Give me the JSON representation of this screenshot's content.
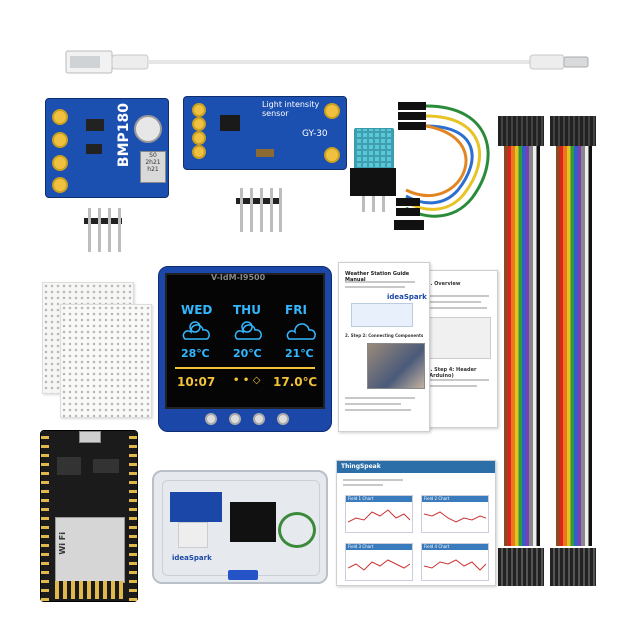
{
  "modules": {
    "bmp180_label": "BMP180",
    "bmp180_chip": "S0 2h21 h21",
    "light_sensor_label": "Light intensity sensor",
    "light_sensor_model": "GY-30"
  },
  "oled": {
    "top_banner": "V-IdM-I9500",
    "days": [
      "WED",
      "THU",
      "FRI"
    ],
    "temps": [
      "28℃",
      "20℃",
      "21℃"
    ],
    "time": "10:07",
    "dots": "• • ◇",
    "current_temp": "17.0℃"
  },
  "manual": {
    "title": "Weather Station Guide Manual",
    "brand": "ideaSpark",
    "step_overview": "1. Overview",
    "step_components": "2. Step 2: Connecting Components",
    "step_header": "4. Step 4: Header (Arduino)"
  },
  "dashboard": {
    "brand": "ThingSpeak",
    "panels": [
      "Field 1 Chart",
      "Field 2 Chart",
      "Field 3 Chart",
      "Field 4 Chart"
    ]
  },
  "box": {
    "brand": "ideaSpark"
  },
  "esp": {
    "wifi_label": "Wi Fi"
  }
}
